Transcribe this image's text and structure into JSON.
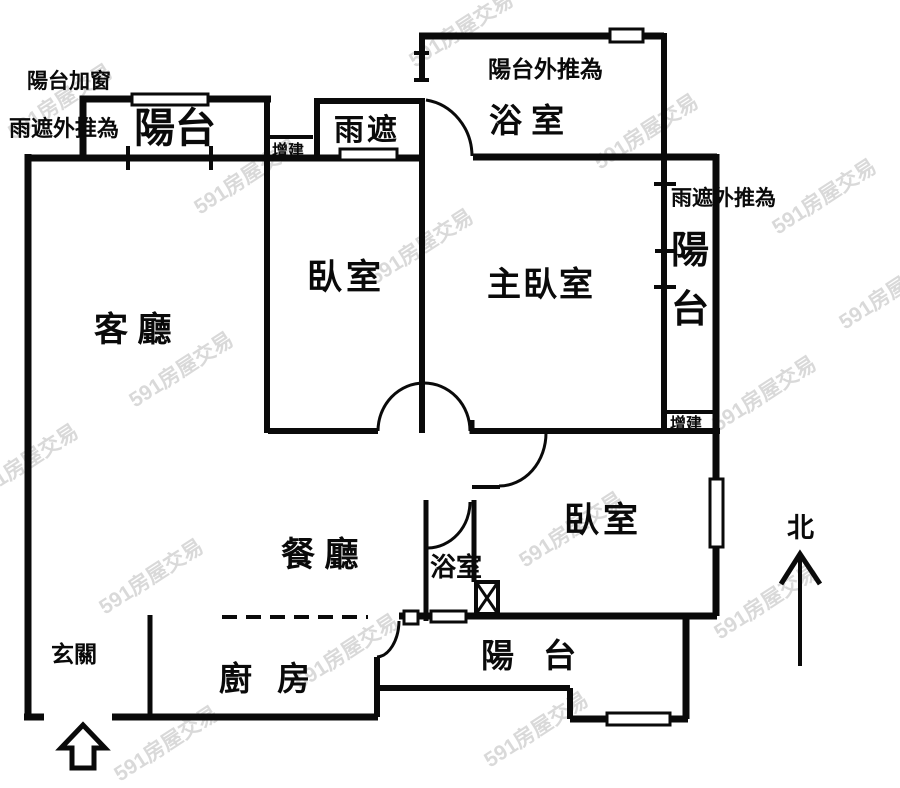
{
  "title": "apartment-floor-plan",
  "colors": {
    "line": "#0a0a0a",
    "watermark": "#c3c3c3",
    "background": "#ffffff"
  },
  "watermark": {
    "text": "591房屋交易"
  },
  "compass": {
    "label": "北"
  },
  "entrance": {
    "symbol": "up-arrow"
  },
  "annotations": {
    "balcony_added_window": "陽台加窗",
    "rain_cover_pushed_left": "雨遮外推為",
    "balcony_pushed_out": "陽台外推為",
    "rain_cover_pushed_right": "雨遮外推為",
    "addition_left": "增建",
    "addition_right": "增建"
  },
  "rooms": {
    "balcony_top_left": "陽台",
    "rain_cover": "雨遮",
    "bathroom_main": "浴 室",
    "living_room": "客 廳",
    "bedroom_1": "臥室",
    "master_bedroom": "主臥室",
    "balcony_right_char_1": "陽",
    "balcony_right_char_2": "台",
    "dining_room": "餐 廳",
    "bedroom_2": "臥室",
    "bathroom_2": "浴室",
    "entry_hall": "玄關",
    "kitchen": "廚 房",
    "balcony_bottom": "陽 台"
  }
}
